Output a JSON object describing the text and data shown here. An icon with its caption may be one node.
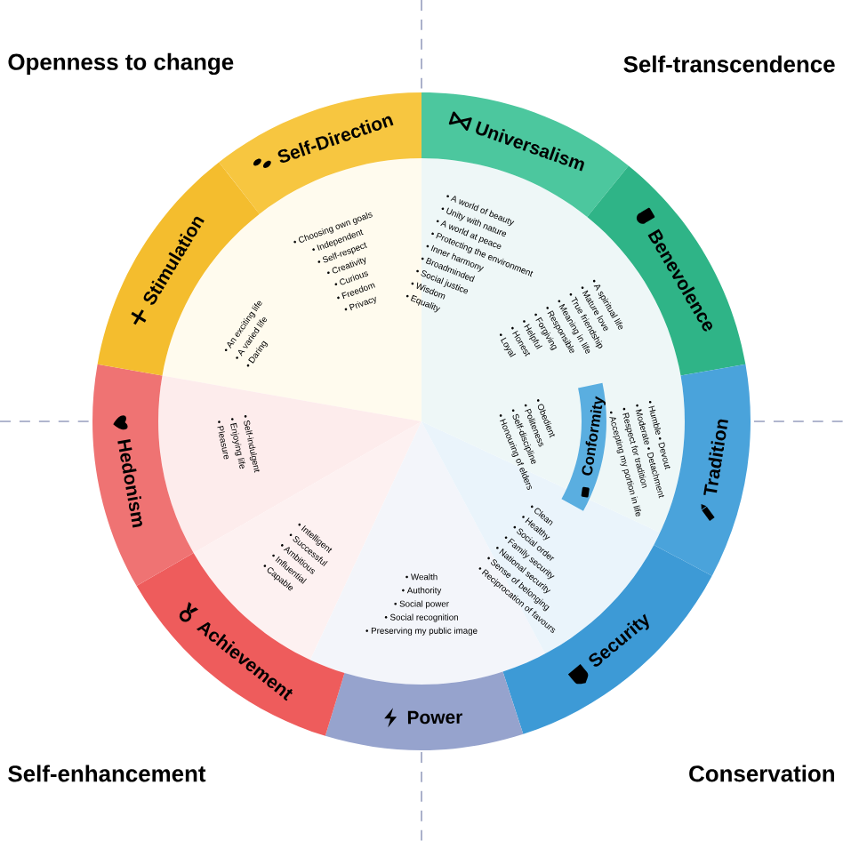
{
  "diagram": {
    "nodes": [
      {
        "text": [
          "Self-Direction"
        ],
        "beside": [
          "• Choosing own goals",
          "• Independent",
          "• Self-respect",
          "• Creativity",
          "• Curious",
          "• Freedom",
          "• Privacy"
        ]
      },
      {
        "text": [
          "Universalism"
        ],
        "beside": [
          "• A world of beauty",
          "• Unity with nature",
          "• A world at peace",
          "• Protecting the environment",
          "• Inner harmony",
          "• Broadminded",
          "• Social justice",
          "• Wisdom",
          "• Equality"
        ]
      },
      {
        "text": [
          "Benevolence"
        ],
        "beside": [
          "• A spiritual life",
          "• Mature love",
          "• True friendship",
          "• Meaning in life",
          "• Responsible",
          "• Forgiving",
          "• Helpful",
          "• Honest",
          "• Loyal"
        ]
      },
      {
        "text": [
          "Tradition"
        ],
        "beside": [
          "• Humble • Devout",
          "• Moderate • Detachment",
          "• Respect for tradition",
          "• Accepting my portion in life"
        ]
      },
      {
        "text": [
          "Conformity"
        ],
        "beside": [
          "• Obedient",
          "• Politeness",
          "• Self-discipline",
          "• Honouring of elders"
        ]
      },
      {
        "text": [
          "Security"
        ],
        "beside": [
          "• Clean",
          "• Healthy",
          "• Social order",
          "• Family security",
          "• National security",
          "• Sense of belonging",
          "• Reciprocation of favours"
        ]
      },
      {
        "text": [
          "Power"
        ],
        "beside": [
          "• Wealth",
          "• Authority",
          "• Social power",
          "• Social recognition",
          "• Preserving my public image"
        ]
      },
      {
        "text": [
          "Achievement"
        ],
        "beside": [
          "• Intelligent",
          "• Successful",
          "• Ambitious",
          "• Influential",
          "• Capable"
        ]
      },
      {
        "text": [
          "Hedonism"
        ],
        "beside": [
          "• Self-indulgent",
          "• Enjoying life",
          "• Pleasure"
        ]
      },
      {
        "text": [
          "Stimulation"
        ],
        "beside": [
          "• An exciting life",
          "• A varied life",
          "• Daring"
        ]
      }
    ],
    "labels": [
      "Openness to change",
      "Self-transcendence",
      "Self-enhancement",
      "Conservation"
    ]
  }
}
